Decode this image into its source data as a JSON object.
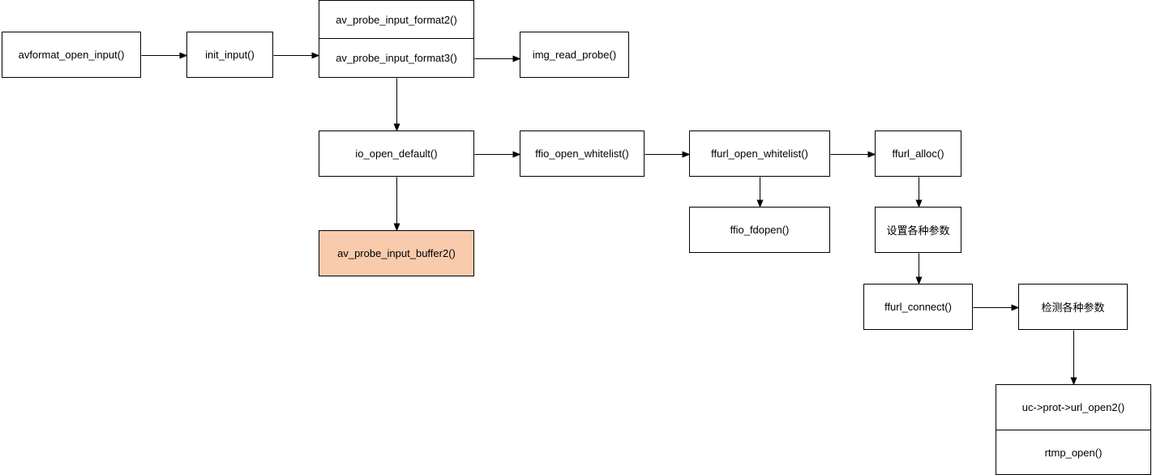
{
  "diagram": {
    "colors": {
      "line": "#000000",
      "box_fill": "#ffffff",
      "highlight_fill": "#f8cbad"
    },
    "nodes": {
      "avformat_open_input": "avformat_open_input()",
      "init_input": "init_input()",
      "av_probe_input_format2": "av_probe_input_format2()",
      "av_probe_input_format3": "av_probe_input_format3()",
      "img_read_probe": "img_read_probe()",
      "io_open_default": "io_open_default()",
      "av_probe_input_buffer2": "av_probe_input_buffer2()",
      "ffio_open_whitelist": "ffio_open_whitelist()",
      "ffurl_open_whitelist": "ffurl_open_whitelist()",
      "ffurl_alloc": "ffurl_alloc()",
      "ffio_fdopen": "ffio_fdopen()",
      "set_params": "设置各种参数",
      "ffurl_connect": "ffurl_connect()",
      "check_params": "检测各种参数",
      "url_open2": "uc->prot->url_open2()",
      "rtmp_open": "rtmp_open()"
    },
    "edges": [
      [
        "avformat_open_input",
        "init_input"
      ],
      [
        "init_input",
        "av_probe_input_format3"
      ],
      [
        "av_probe_input_format3",
        "img_read_probe"
      ],
      [
        "av_probe_input_format3",
        "io_open_default"
      ],
      [
        "io_open_default",
        "ffio_open_whitelist"
      ],
      [
        "io_open_default",
        "av_probe_input_buffer2"
      ],
      [
        "ffio_open_whitelist",
        "ffurl_open_whitelist"
      ],
      [
        "ffurl_open_whitelist",
        "ffurl_alloc"
      ],
      [
        "ffurl_open_whitelist",
        "ffio_fdopen"
      ],
      [
        "ffurl_alloc",
        "set_params"
      ],
      [
        "set_params",
        "ffurl_connect"
      ],
      [
        "ffurl_connect",
        "check_params"
      ],
      [
        "check_params",
        "url_open2"
      ]
    ]
  }
}
